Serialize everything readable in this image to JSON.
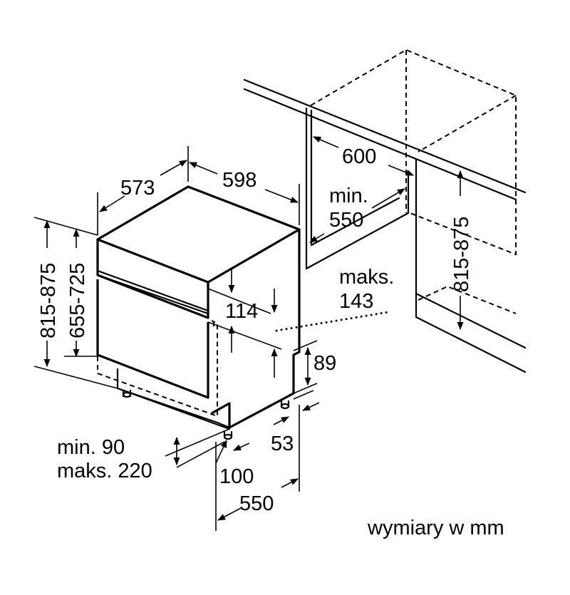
{
  "labels": {
    "depth_573": "573",
    "width_598": "598",
    "niche_width_600": "600",
    "niche_depth_min_label": "min.",
    "niche_depth_min_value": "550",
    "panel_max_label": "maks.",
    "panel_max_value": "143",
    "panel_height_114": "114",
    "toe_height_89": "89",
    "foot_53": "53",
    "plinth_min": "min. 90",
    "plinth_max": "maks. 220",
    "foot_100": "100",
    "base_depth_550": "550",
    "height_left_outer": "815-875",
    "height_left_inner": "655-725",
    "height_niche": "815-875"
  },
  "caption": "wymiary w mm"
}
